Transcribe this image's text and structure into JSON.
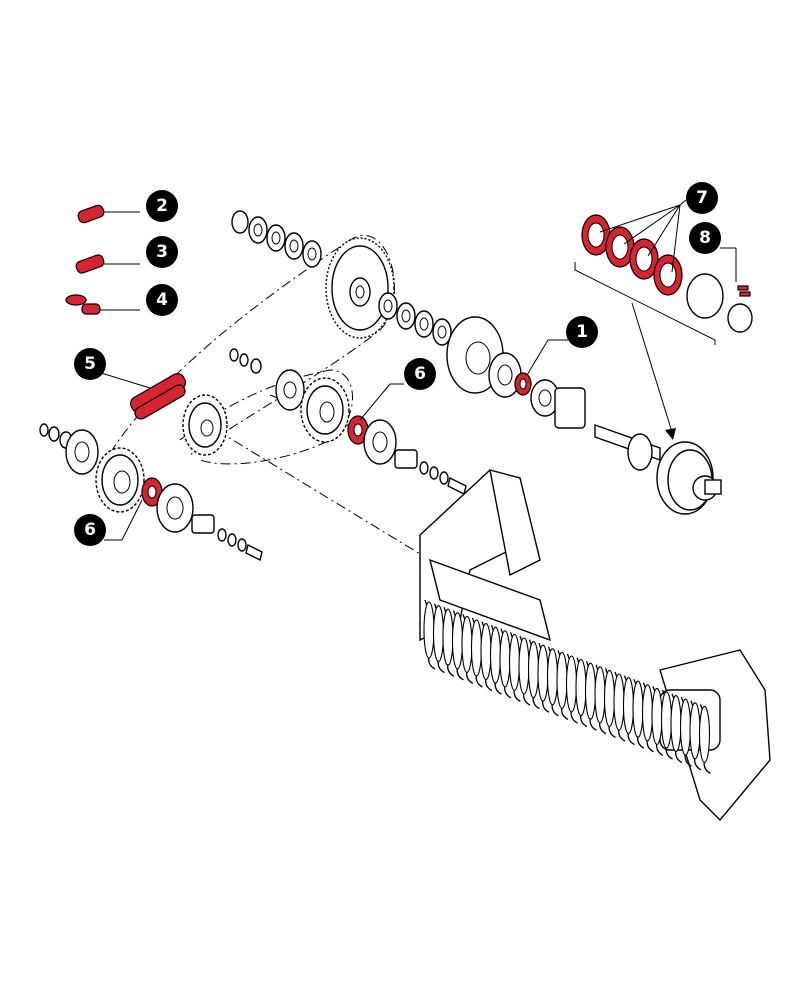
{
  "diagram": {
    "accent_color": "#d9232e",
    "callouts": [
      {
        "id": "2",
        "label": "2"
      },
      {
        "id": "3",
        "label": "3"
      },
      {
        "id": "4",
        "label": "4"
      },
      {
        "id": "5",
        "label": "5"
      },
      {
        "id": "6a",
        "label": "6"
      },
      {
        "id": "6b",
        "label": "6"
      },
      {
        "id": "1",
        "label": "1"
      },
      {
        "id": "7",
        "label": "7"
      },
      {
        "id": "8",
        "label": "8"
      }
    ]
  }
}
